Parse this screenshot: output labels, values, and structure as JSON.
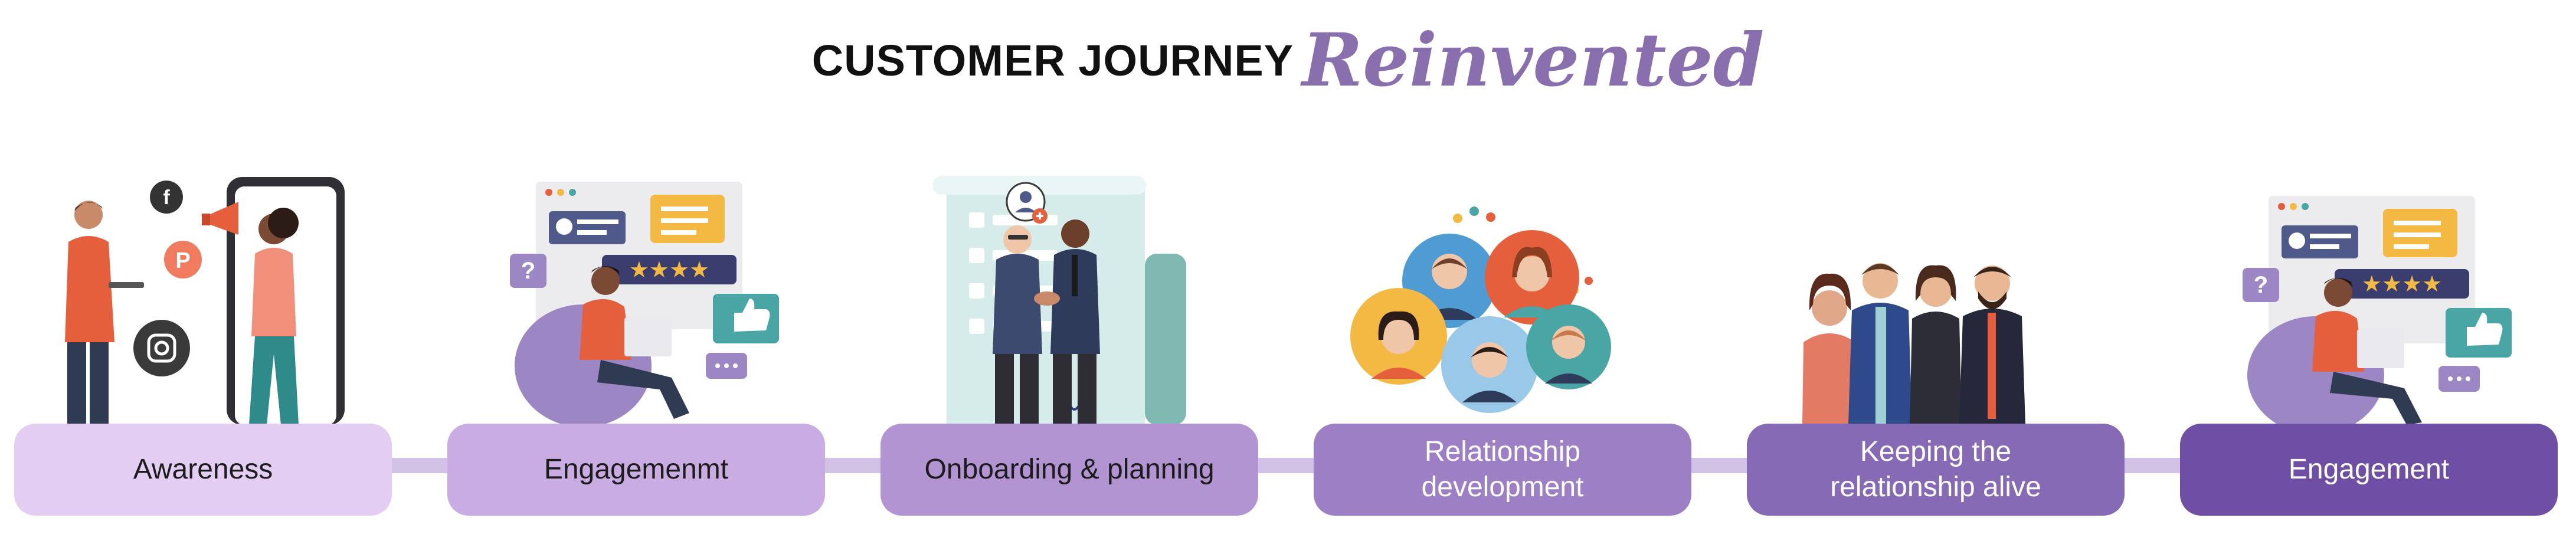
{
  "title": {
    "main": "CUSTOMER JOURNEY",
    "accent": "Reinvented"
  },
  "steps": [
    {
      "label": "Awareness"
    },
    {
      "label": "Engagemenmt"
    },
    {
      "label": "Onboarding & planning"
    },
    {
      "label": "Relationship\ndevelopment"
    },
    {
      "label": "Keeping the\nrelationship alive"
    },
    {
      "label": "Engagement"
    }
  ],
  "colors": {
    "accent": "#8a6fae",
    "step_fills": [
      "#e4cdf2",
      "#c9ade2",
      "#b394d3",
      "#9c7fc4",
      "#866ab6",
      "#6e4fa3"
    ],
    "connector": "#d2c2e6"
  },
  "icons": {
    "awareness": [
      "facebook-icon",
      "pinterest-icon",
      "instagram-icon",
      "megaphone-icon",
      "phone-icon"
    ],
    "engagement": [
      "question-icon",
      "thumbs-up-icon",
      "rating-stars-icon",
      "chat-bubble-icon"
    ],
    "onboarding": [
      "handshake-icon",
      "document-icon",
      "add-user-icon"
    ]
  }
}
